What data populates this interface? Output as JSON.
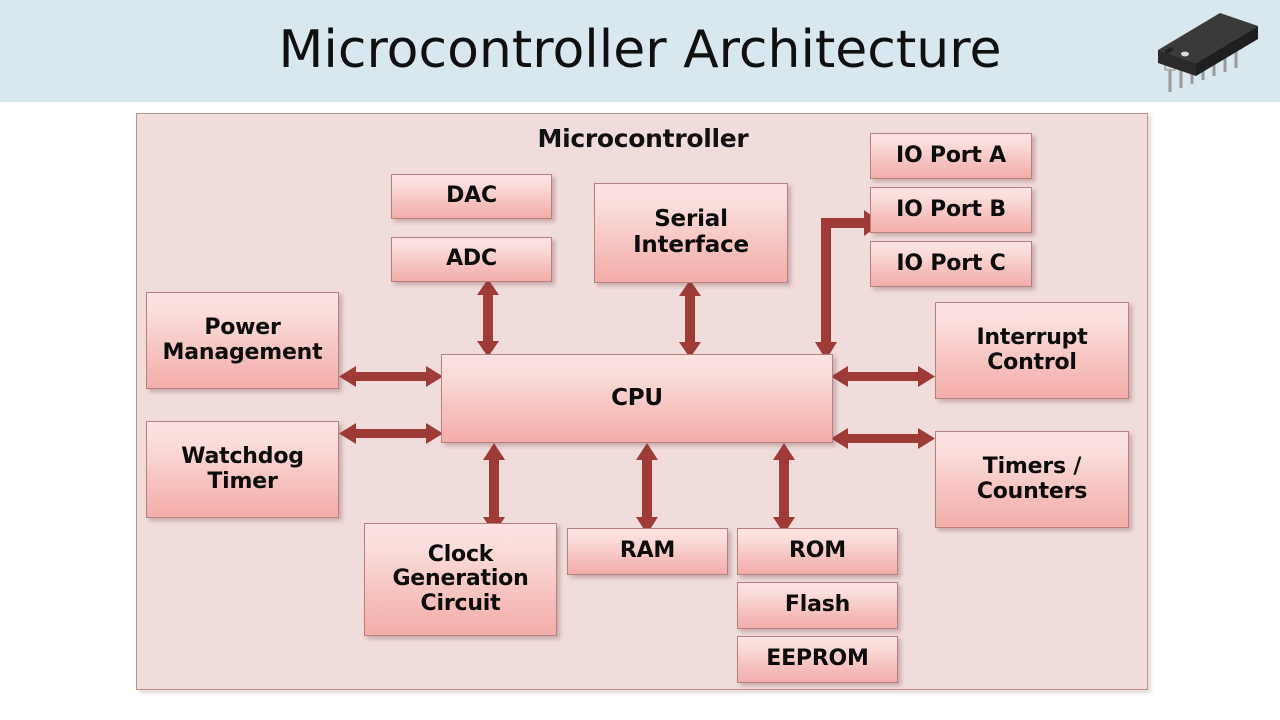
{
  "header": {
    "title": "Microcontroller Architecture",
    "background_color": "#d9e8ef",
    "title_color": "#101010",
    "chip_icon": "dip-ic-chip-icon"
  },
  "diagram": {
    "container_label": "Microcontroller",
    "container_fill": "#f0dcdb",
    "container_border": "#c98f8c",
    "block_fill_top": "#fbe3e1",
    "block_fill_bottom": "#f3adaa",
    "block_border": "#b5807d",
    "arrow_color": "#9e3b36",
    "blocks": [
      {
        "id": "dac",
        "label": "DAC"
      },
      {
        "id": "adc",
        "label": "ADC"
      },
      {
        "id": "serial",
        "label": "Serial Interface"
      },
      {
        "id": "io_port_a",
        "label": "IO Port A"
      },
      {
        "id": "io_port_b",
        "label": "IO Port B"
      },
      {
        "id": "io_port_c",
        "label": "IO Port C"
      },
      {
        "id": "power",
        "label": "Power\nManagement",
        "line1": "Power",
        "line2": "Management"
      },
      {
        "id": "watchdog",
        "label": "Watchdog\nTimer",
        "line1": "Watchdog",
        "line2": "Timer"
      },
      {
        "id": "cpu",
        "label": "CPU"
      },
      {
        "id": "interrupt",
        "label": "Interrupt\nControl",
        "line1": "Interrupt",
        "line2": "Control"
      },
      {
        "id": "timers",
        "label": "Timers /\nCounters",
        "line1": "Timers /",
        "line2": "Counters"
      },
      {
        "id": "clock",
        "label": "Clock Generation Circuit",
        "line1": "Clock",
        "line2": "Generation",
        "line3": "Circuit"
      },
      {
        "id": "ram",
        "label": "RAM"
      },
      {
        "id": "rom",
        "label": "ROM"
      },
      {
        "id": "flash",
        "label": "Flash"
      },
      {
        "id": "eeprom",
        "label": "EEPROM"
      }
    ],
    "connections": [
      {
        "from": "cpu",
        "to": "adc",
        "style": "double-headed-vertical"
      },
      {
        "from": "cpu",
        "to": "serial",
        "style": "double-headed-vertical"
      },
      {
        "from": "cpu",
        "to": "io_ports",
        "style": "elbow-up-right"
      },
      {
        "from": "power",
        "to": "cpu",
        "style": "double-headed-horizontal"
      },
      {
        "from": "watchdog",
        "to": "cpu",
        "style": "double-headed-horizontal"
      },
      {
        "from": "cpu",
        "to": "interrupt",
        "style": "double-headed-horizontal"
      },
      {
        "from": "cpu",
        "to": "timers",
        "style": "double-headed-horizontal"
      },
      {
        "from": "cpu",
        "to": "clock",
        "style": "double-headed-vertical"
      },
      {
        "from": "cpu",
        "to": "ram",
        "style": "double-headed-vertical"
      },
      {
        "from": "cpu",
        "to": "rom",
        "style": "double-headed-vertical"
      }
    ]
  }
}
